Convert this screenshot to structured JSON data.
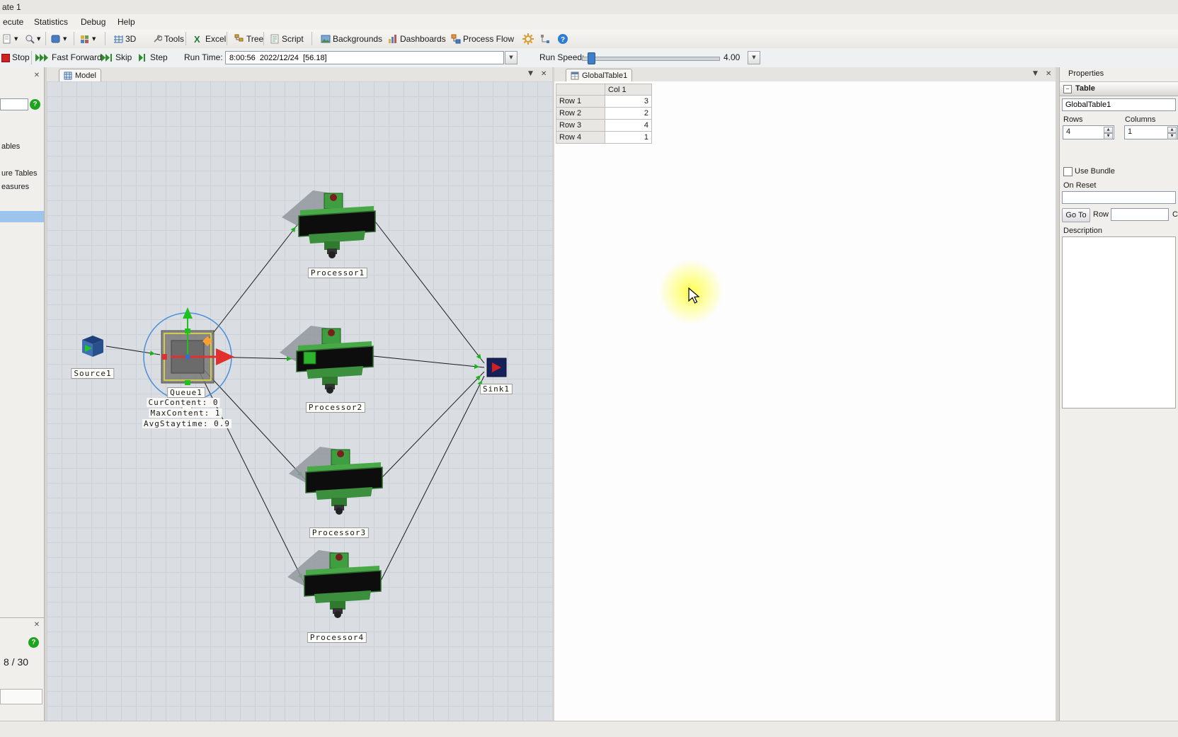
{
  "window": {
    "title": "ate 1"
  },
  "menu": {
    "items": [
      "ecute",
      "Statistics",
      "Debug",
      "Help"
    ]
  },
  "toolbar": {
    "b3d": "3D",
    "tools": "Tools",
    "excel": "Excel",
    "tree": "Tree",
    "script": "Script",
    "backgrounds": "Backgrounds",
    "dashboards": "Dashboards",
    "process_flow": "Process Flow"
  },
  "runbar": {
    "stop": "Stop",
    "fast_forward": "Fast Forward",
    "skip": "Skip",
    "step": "Step",
    "run_time_label": "Run Time:",
    "run_time_value": "8:00:56  2022/12/24  [56.18]",
    "run_speed_label": "Run Speed:",
    "run_speed_value": "4.00"
  },
  "left_panel": {
    "items": [
      "ables",
      "ure Tables",
      "easures"
    ],
    "counter": "8 / 30",
    "help": "?"
  },
  "model": {
    "tab": "Model",
    "source_label": "Source1",
    "queue_label": "Queue1",
    "queue_stats": [
      "CurContent: 0",
      "MaxContent: 1",
      "AvgStaytime: 0.9"
    ],
    "processors": [
      "Processor1",
      "Processor2",
      "Processor3",
      "Processor4"
    ],
    "sink_label": "Sink1"
  },
  "global_table": {
    "tab": "GlobalTable1",
    "col_header": "Col 1",
    "rows": [
      {
        "label": "Row 1",
        "value": "3"
      },
      {
        "label": "Row 2",
        "value": "2"
      },
      {
        "label": "Row 3",
        "value": "4"
      },
      {
        "label": "Row 4",
        "value": "1"
      }
    ]
  },
  "properties": {
    "title": "Properties",
    "section": "Table",
    "name_value": "GlobalTable1",
    "rows_label": "Rows",
    "rows_value": "4",
    "columns_label": "Columns",
    "columns_value": "1",
    "use_bundle_label": "Use Bundle",
    "on_reset_label": "On Reset",
    "go_to_label": "Go To",
    "row_label": "Row",
    "col_cut_label": "C",
    "description_label": "Description"
  }
}
